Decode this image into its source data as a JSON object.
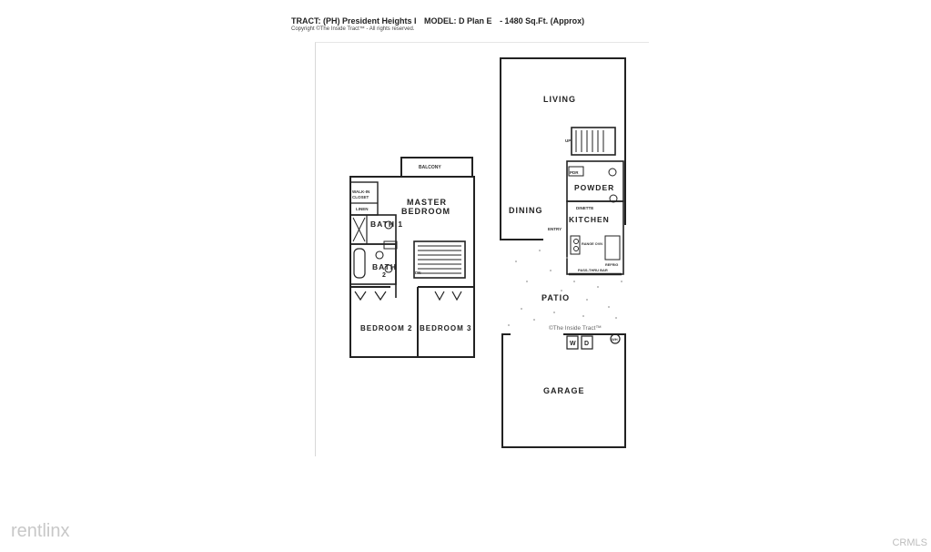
{
  "header": {
    "tract": "TRACT: (PH) President Heights I",
    "model": "MODEL: D Plan E",
    "size": "-  1480 Sq.Ft. (Approx)",
    "copyright": "Copyright  ©The Inside Tract™ - All rights reserved."
  },
  "upper_floor": {
    "balcony": "BALCONY",
    "walk_in_closet_1": "WALK-IN",
    "walk_in_closet_2": "CLOSET",
    "linen": "LINEN",
    "master_bedroom_1": "MASTER",
    "master_bedroom_2": "BEDROOM",
    "bath1": "BATH 1",
    "bath2_1": "BATH",
    "bath2_2": "2",
    "dn": "DN",
    "bedroom2": "BEDROOM 2",
    "bedroom3": "BEDROOM 3"
  },
  "lower_floor": {
    "living": "LIVING",
    "up": "UP",
    "powder": "POWDER",
    "pdr": "PDR",
    "dining": "DINING",
    "dinette": "DINETTE",
    "entry": "ENTRY",
    "kitchen": "KITCHEN",
    "range_oven": "RANGE OVN",
    "refrig": "REFRIG",
    "pass_thru_bar": "PASS-THRU BAR",
    "patio": "PATIO",
    "watermark": "©The Inside Tract™",
    "washer": "W",
    "dryer": "D",
    "water_heater": "WH",
    "garage": "GARAGE"
  },
  "watermarks": {
    "left": "rentlinx",
    "right": "CRMLS"
  }
}
